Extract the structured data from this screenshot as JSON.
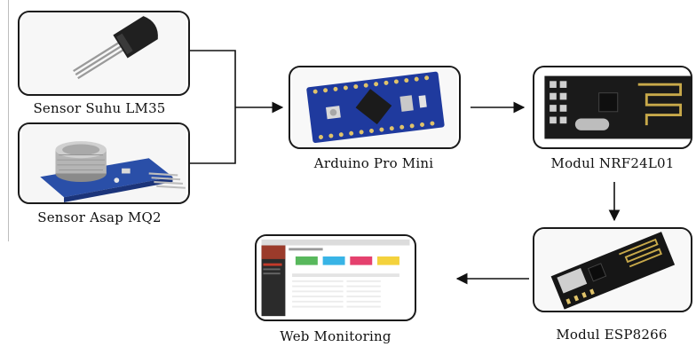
{
  "nodes": {
    "lm35": {
      "label": "Sensor Suhu LM35"
    },
    "mq2": {
      "label": "Sensor Asap MQ2"
    },
    "arduino": {
      "label": "Arduino Pro Mini"
    },
    "nrf": {
      "label": "Modul NRF24L01"
    },
    "esp": {
      "label": "Modul ESP8266"
    },
    "web": {
      "label": "Web Monitoring"
    }
  },
  "colors": {
    "line": "#111111",
    "arduino_board": "#1f3a9e",
    "chip": "#1b1b1b",
    "mq2_board": "#2a4fa8",
    "sensor_mesh": "#b8b8b8",
    "web_buttons": [
      "#58b85c",
      "#38b4e6",
      "#e5416e",
      "#f4d23c"
    ]
  }
}
